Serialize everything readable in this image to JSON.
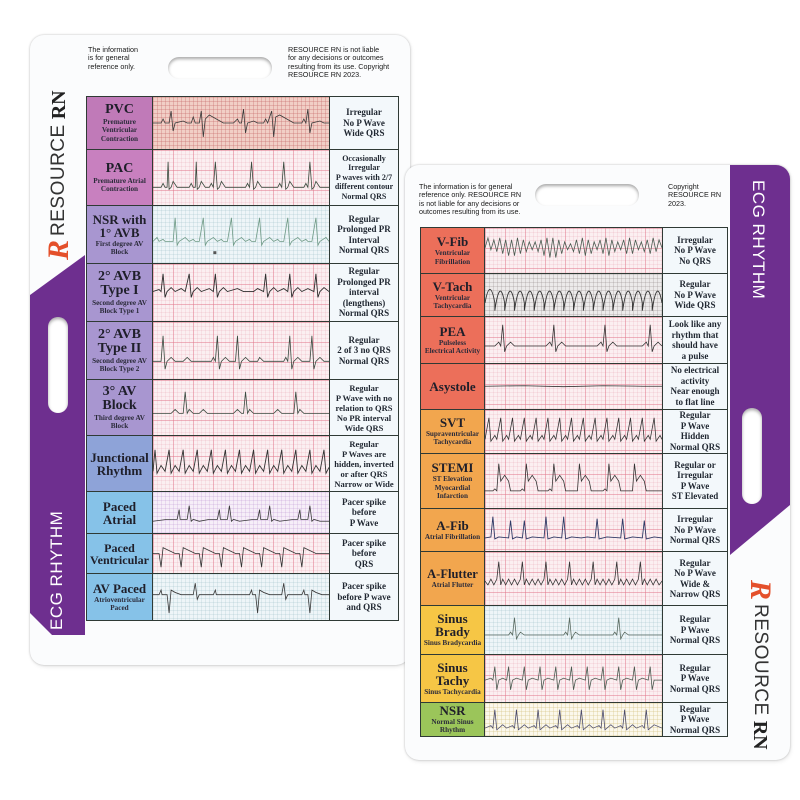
{
  "colors": {
    "brand_purple": "#6e2f8f",
    "logo_orange": "#e4502b",
    "pvc_magenta": "#c07ab8",
    "pac_magenta": "#c880bf",
    "avb_lavender": "#a896d0",
    "junctional_periwinkle": "#8ea3d8",
    "paced_skyblue": "#86c2e8",
    "lethal_red": "#ec6f5a",
    "svt_orange": "#f2a64e",
    "sinus_yellow": "#f6c645",
    "nsr_green": "#9bc55a"
  },
  "left_card": {
    "disclaimer_left": "The information\nis for general\nreference only.",
    "disclaimer_right": "RESOURCE RN is not liable\nfor any decisions or outcomes\nresulting from its use. Copyright\nRESOURCE RN 2023.",
    "brand": {
      "r": "R",
      "resource": "RESOURCE",
      "rn": "RN"
    },
    "side_label": "ECG RHYTHM",
    "rows": [
      {
        "name": "PVC",
        "sub": "Premature\nVentricular\nContraction",
        "desc": "Irregular\nNo P Wave\nWide QRS"
      },
      {
        "name": "PAC",
        "sub": "Premature Atrial\nContraction",
        "desc": "Occasionally\nIrregular\nP waves with 2/7\ndifferent contour\nNormal QRS"
      },
      {
        "name": "NSR with\n1° AVB",
        "sub": "First degree AV\nBlock",
        "desc": "Regular\nProlonged PR\nInterval\nNormal QRS"
      },
      {
        "name": "2° AVB\nType I",
        "sub": "Second degree AV\nBlock Type 1",
        "desc": "Regular\nProlonged PR\ninterval\n(lengthens)\nNormal QRS"
      },
      {
        "name": "2° AVB\nType II",
        "sub": "Second degree AV\nBlock Type 2",
        "desc": "Regular\n2 of 3 no QRS\nNormal QRS"
      },
      {
        "name": "3° AV\nBlock",
        "sub": "Third degree AV\nBlock",
        "desc": "Regular\nP Wave with no\nrelation to QRS\nNo PR interval\nWide QRS"
      },
      {
        "name": "Junctional\nRhythm",
        "sub": "",
        "desc": "Regular\nP Waves are\nhidden, inverted\nor after QRS\nNarrow or Wide"
      },
      {
        "name": "Paced\nAtrial",
        "sub": "",
        "desc": "Pacer spike\nbefore\nP Wave"
      },
      {
        "name": "Paced\nVentricular",
        "sub": "",
        "desc": "Pacer spike\nbefore\nQRS"
      },
      {
        "name": "AV Paced",
        "sub": "Atrioventricular\nPaced",
        "desc": "Pacer spike\nbefore P wave\nand QRS"
      }
    ]
  },
  "right_card": {
    "disclaimer_left": "The information is for general\nreference only. RESOURCE RN\nis not liable for any decisions or\noutcomes resulting from its use.",
    "disclaimer_right": "Copyright\nRESOURCE RN\n2023.",
    "brand": {
      "r": "R",
      "resource": "RESOURCE",
      "rn": "RN"
    },
    "side_label": "ECG RHYTHM",
    "rows": [
      {
        "name": "V-Fib",
        "sub": "Ventricular\nFibrillation",
        "desc": "Irregular\nNo P Wave\nNo QRS"
      },
      {
        "name": "V-Tach",
        "sub": "Ventricular\nTachycardia",
        "desc": "Regular\nNo P Wave\nWide QRS"
      },
      {
        "name": "PEA",
        "sub": "Pulseless\nElectrical Activity",
        "desc": "Look like any\nrhythm that\nshould have\na pulse"
      },
      {
        "name": "Asystole",
        "sub": "",
        "desc": "No electrical\nactivity\nNear enough\nto flat line"
      },
      {
        "name": "SVT",
        "sub": "Supraventricular\nTachycardia",
        "desc": "Regular\nP Wave\nHidden\nNormal QRS"
      },
      {
        "name": "STEMI",
        "sub": "ST Elevation\nMyocardial\nInfarction",
        "desc": "Regular or\nIrregular\nP Wave\nST Elevated"
      },
      {
        "name": "A-Fib",
        "sub": "Atrial Fibrillation",
        "desc": "Irregular\nNo P Wave\nNormal QRS"
      },
      {
        "name": "A-Flutter",
        "sub": "Atrial Flutter",
        "desc": "Regular\nNo P Wave\nWide &\nNarrow QRS"
      },
      {
        "name": "Sinus\nBrady",
        "sub": "Sinus Bradycardia",
        "desc": "Regular\nP Wave\nNormal QRS"
      },
      {
        "name": "Sinus\nTachy",
        "sub": "Sinus Tachycardia",
        "desc": "Regular\nP Wave\nNormal QRS"
      },
      {
        "name": "NSR",
        "sub": "Normal Sinus\nRhythm",
        "desc": "Regular\nP Wave\nNormal QRS"
      }
    ]
  }
}
